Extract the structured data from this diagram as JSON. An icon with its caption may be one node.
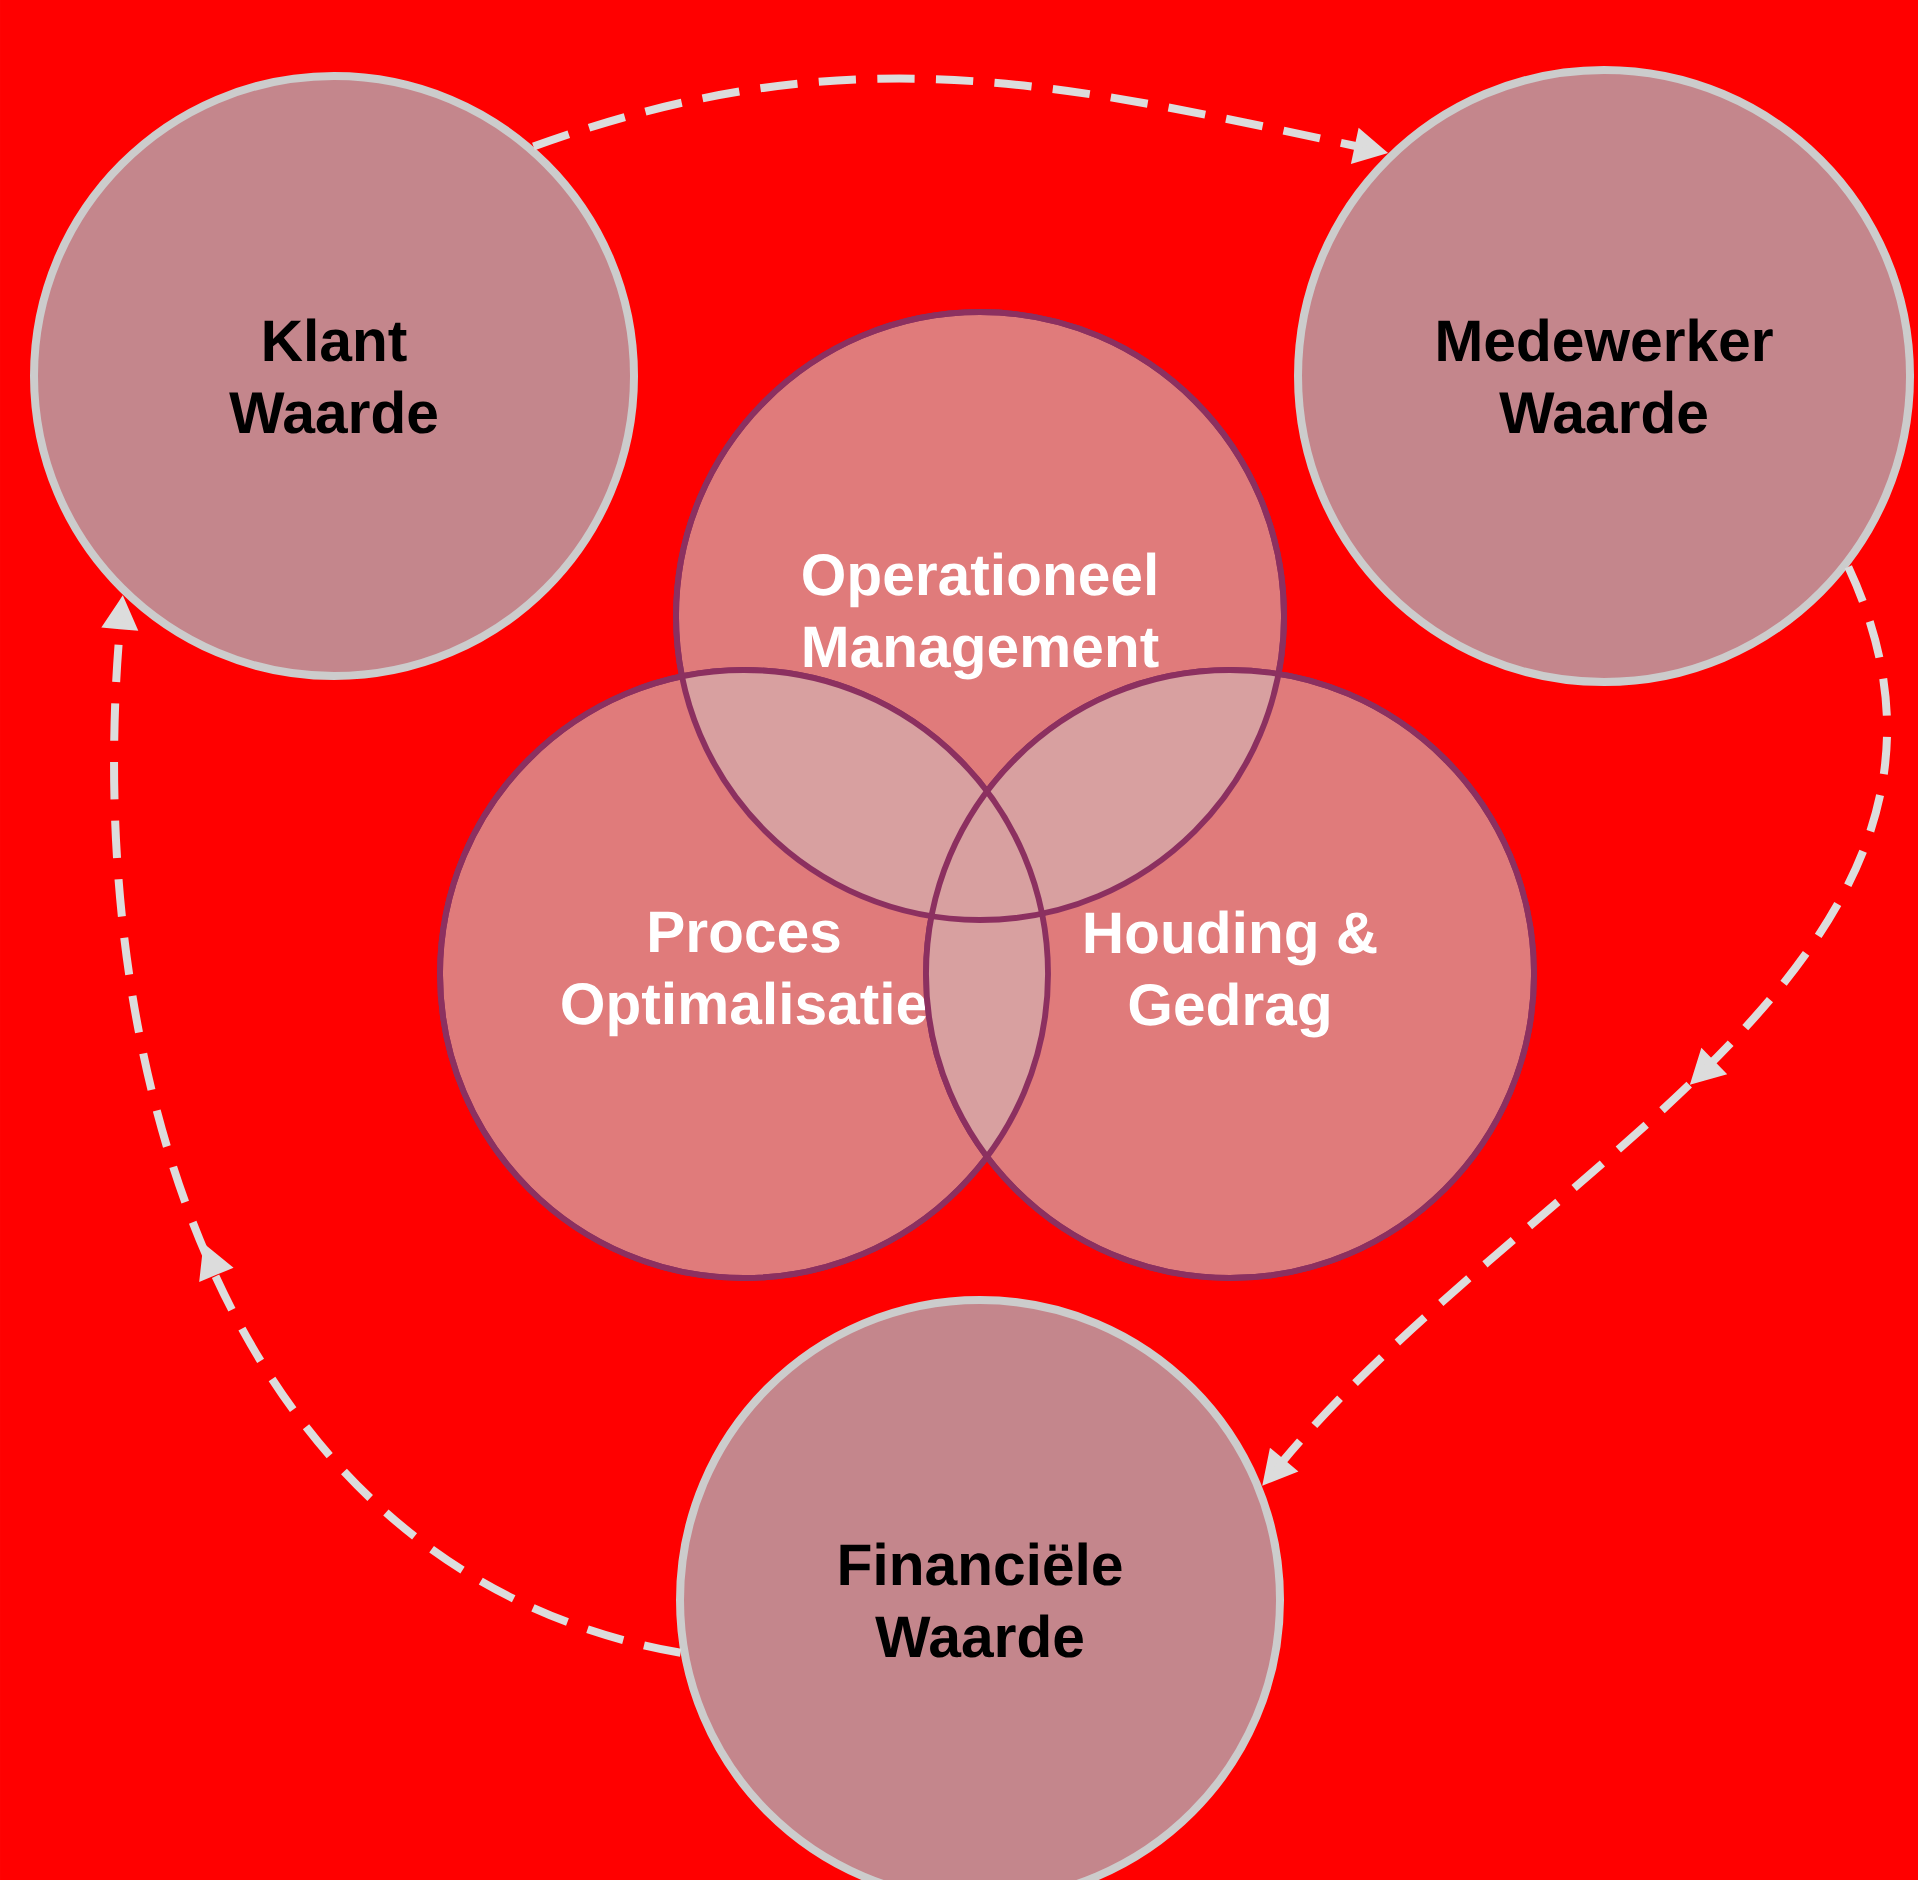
{
  "diagram": {
    "nodes": [
      {
        "text": [
          "Klant Waarde"
        ]
      },
      {
        "text": [
          "Medewerker Waarde"
        ]
      },
      {
        "text": [
          "Financiële Waarde"
        ]
      },
      {
        "text": [
          "Operationeel Management"
        ]
      },
      {
        "text": [
          "Proces Optimalisatie"
        ]
      },
      {
        "text": [
          "Houding & Gedrag"
        ]
      }
    ],
    "edges": [
      {
        "from": 0,
        "to": 1,
        "arrow": "to",
        "style": "dashed"
      },
      {
        "from": 1,
        "to": 2,
        "arrow": "to",
        "style": "dashed"
      },
      {
        "from": 2,
        "to": 0,
        "arrow": "to",
        "style": "dashed"
      }
    ]
  }
}
